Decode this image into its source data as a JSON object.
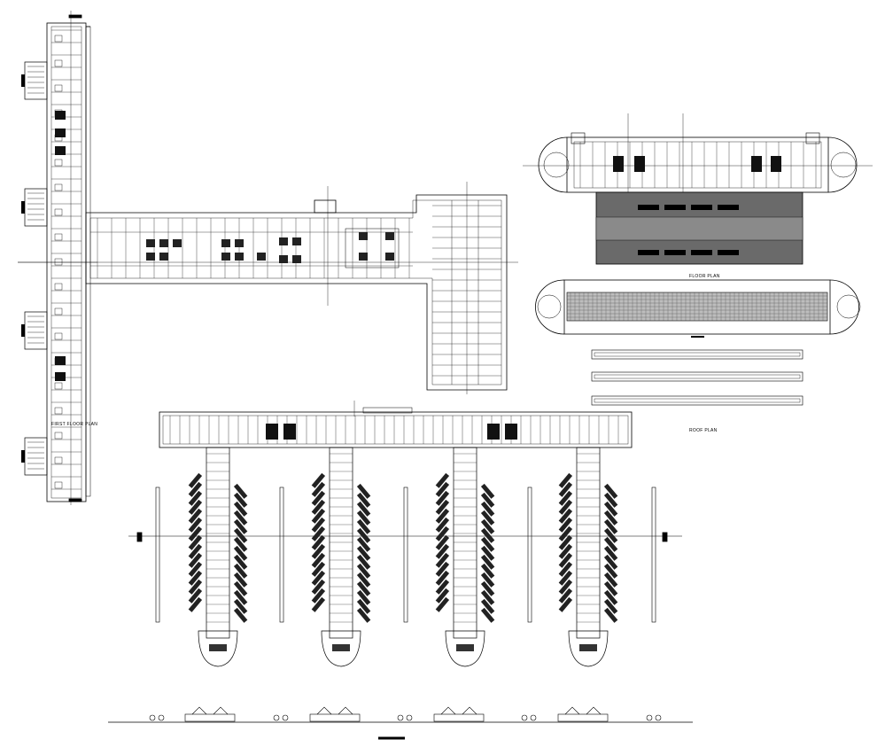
{
  "labels": {
    "floor_plan": "FLOOR PLAN",
    "roof_plan": "ROOF PLAN",
    "left_wing": "FIRST FLOOR PLAN"
  },
  "colors": {
    "line": "#000000",
    "background": "#ffffff",
    "hatch": "#555555"
  }
}
